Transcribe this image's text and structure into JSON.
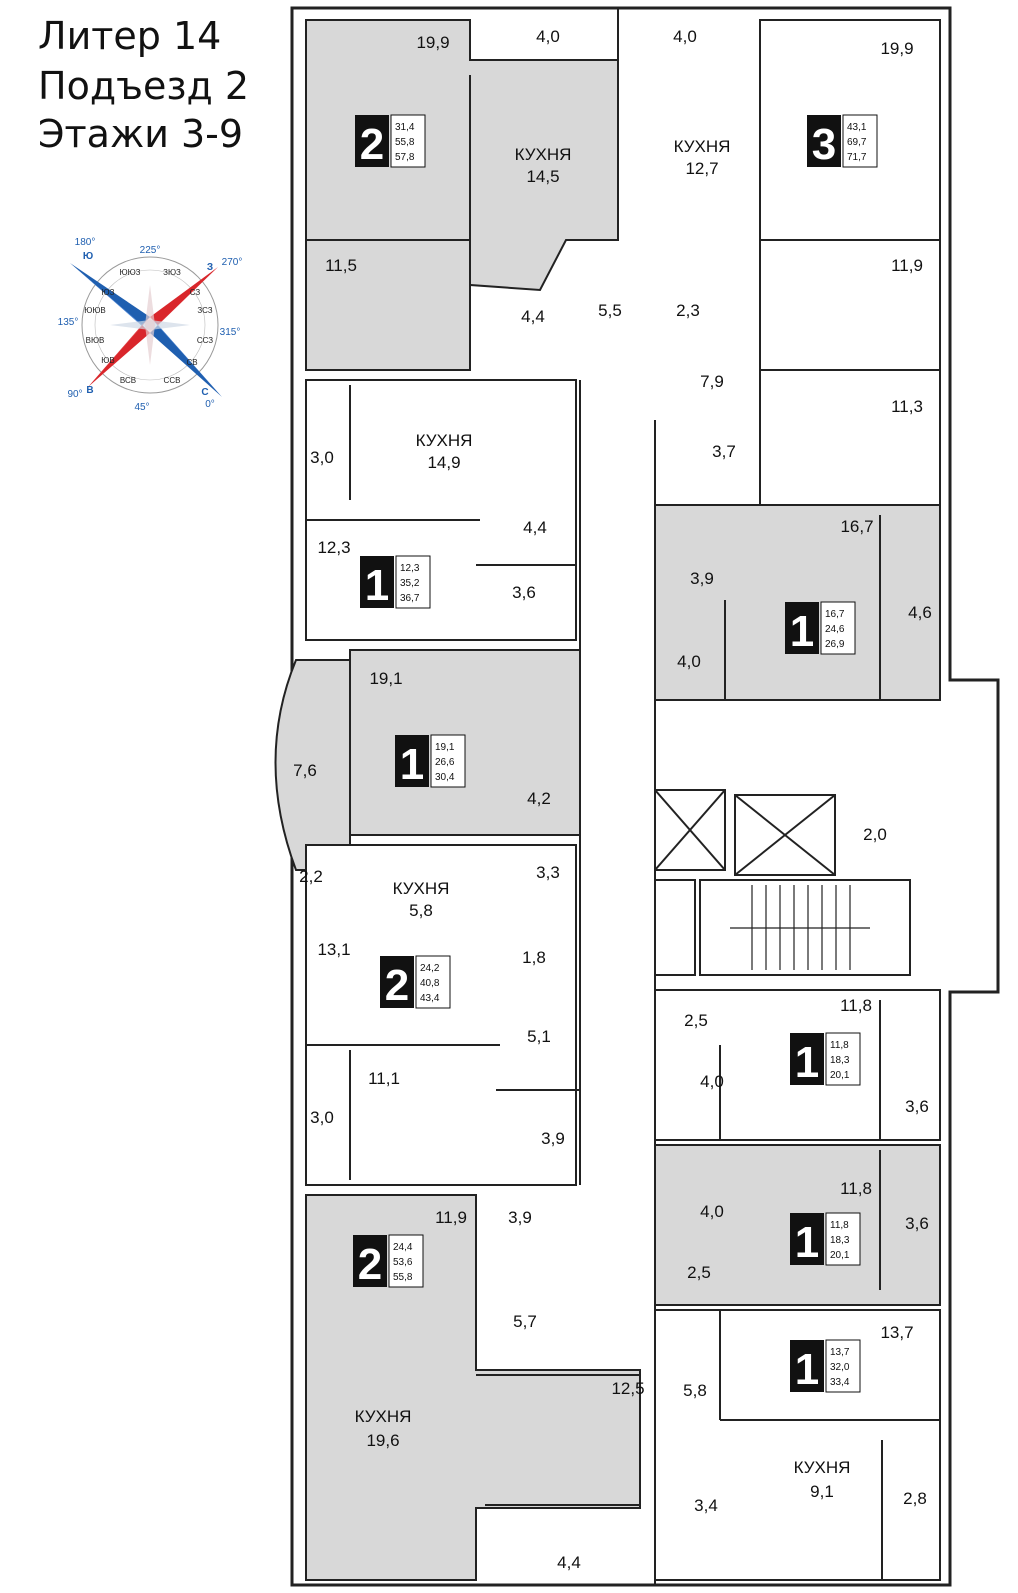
{
  "header": {
    "line1": "Литер 14",
    "line2": "Подъезд 2",
    "line3": "Этажи 3-9"
  },
  "compass": {
    "degrees": [
      "180°",
      "225°",
      "270°",
      "315°",
      "0°",
      "45°",
      "90°",
      "135°"
    ],
    "letters": [
      "Ю",
      "З",
      "С",
      "В"
    ],
    "inner": [
      "ЮЗ",
      "СЗ",
      "СВ",
      "ЮВ",
      "ЮЮЗ",
      "ЗЮЗ",
      "ЗСЗ",
      "ССЗ",
      "ССВ",
      "ВСВ",
      "ВЮВ",
      "ЮЮВ"
    ],
    "colors": {
      "red": "#d9262b",
      "blue": "#1f5fb0"
    }
  },
  "apartments": [
    {
      "rooms": "2",
      "areas": [
        "31,4",
        "55,8",
        "57,8"
      ]
    },
    {
      "rooms": "3",
      "areas": [
        "43,1",
        "69,7",
        "71,7"
      ]
    },
    {
      "rooms": "1",
      "areas": [
        "12,3",
        "35,2",
        "36,7"
      ]
    },
    {
      "rooms": "1",
      "areas": [
        "16,7",
        "24,6",
        "26,9"
      ]
    },
    {
      "rooms": "1",
      "areas": [
        "19,1",
        "26,6",
        "30,4"
      ]
    },
    {
      "rooms": "2",
      "areas": [
        "24,2",
        "40,8",
        "43,4"
      ]
    },
    {
      "rooms": "1",
      "areas": [
        "11,8",
        "18,3",
        "20,1"
      ]
    },
    {
      "rooms": "1",
      "areas": [
        "11,8",
        "18,3",
        "20,1"
      ]
    },
    {
      "rooms": "2",
      "areas": [
        "24,4",
        "53,6",
        "55,8"
      ]
    },
    {
      "rooms": "1",
      "areas": [
        "13,7",
        "32,0",
        "33,4"
      ]
    }
  ],
  "kitchen_word": "КУХНЯ",
  "kitchens": [
    "14,5",
    "12,7",
    "14,9",
    "5,8",
    "19,6",
    "9,1"
  ],
  "room_areas": [
    "19,9",
    "4,0",
    "4,0",
    "19,9",
    "11,5",
    "4,4",
    "5,5",
    "2,3",
    "11,9",
    "7,9",
    "11,3",
    "3,0",
    "3,7",
    "16,7",
    "4,4",
    "12,3",
    "3,6",
    "3,9",
    "4,6",
    "4,0",
    "19,1",
    "7,6",
    "4,2",
    "2,0",
    "3,3",
    "2,2",
    "13,1",
    "1,8",
    "2,5",
    "11,8",
    "5,1",
    "4,0",
    "11,1",
    "3,0",
    "3,6",
    "3,9",
    "11,8",
    "11,9",
    "3,9",
    "4,0",
    "3,6",
    "2,5",
    "5,7",
    "13,7",
    "12,5",
    "5,8",
    "2,8",
    "3,4",
    "4,4"
  ]
}
